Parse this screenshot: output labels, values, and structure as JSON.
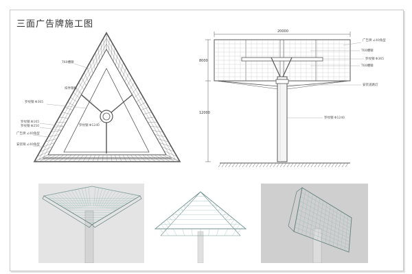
{
  "title": "三面广告牌施工图",
  "left_labels": [
    "T60槽钢",
    "扣件钢板",
    "罗纹钢 Φ365",
    "罗纹钢 Φ165",
    "罗纹钢 Φ250",
    "广告牌 ∠40角型",
    "安装铜 ∠40角型",
    "罗纹钢 Φ1240"
  ],
  "right_labels": [
    "广告牌 ∠40角型",
    "T60槽钢",
    "罗纹钢 Φ365",
    "T60槽钢",
    "安装道路灯",
    "罗纹钢 Φ1240"
  ],
  "dims": {
    "width": "20000",
    "upper": "8000",
    "lower": "12000"
  },
  "colors": {
    "steel": "#8fb8b4",
    "grid": "#6f8f8c",
    "pole": "#d8d8d8"
  }
}
